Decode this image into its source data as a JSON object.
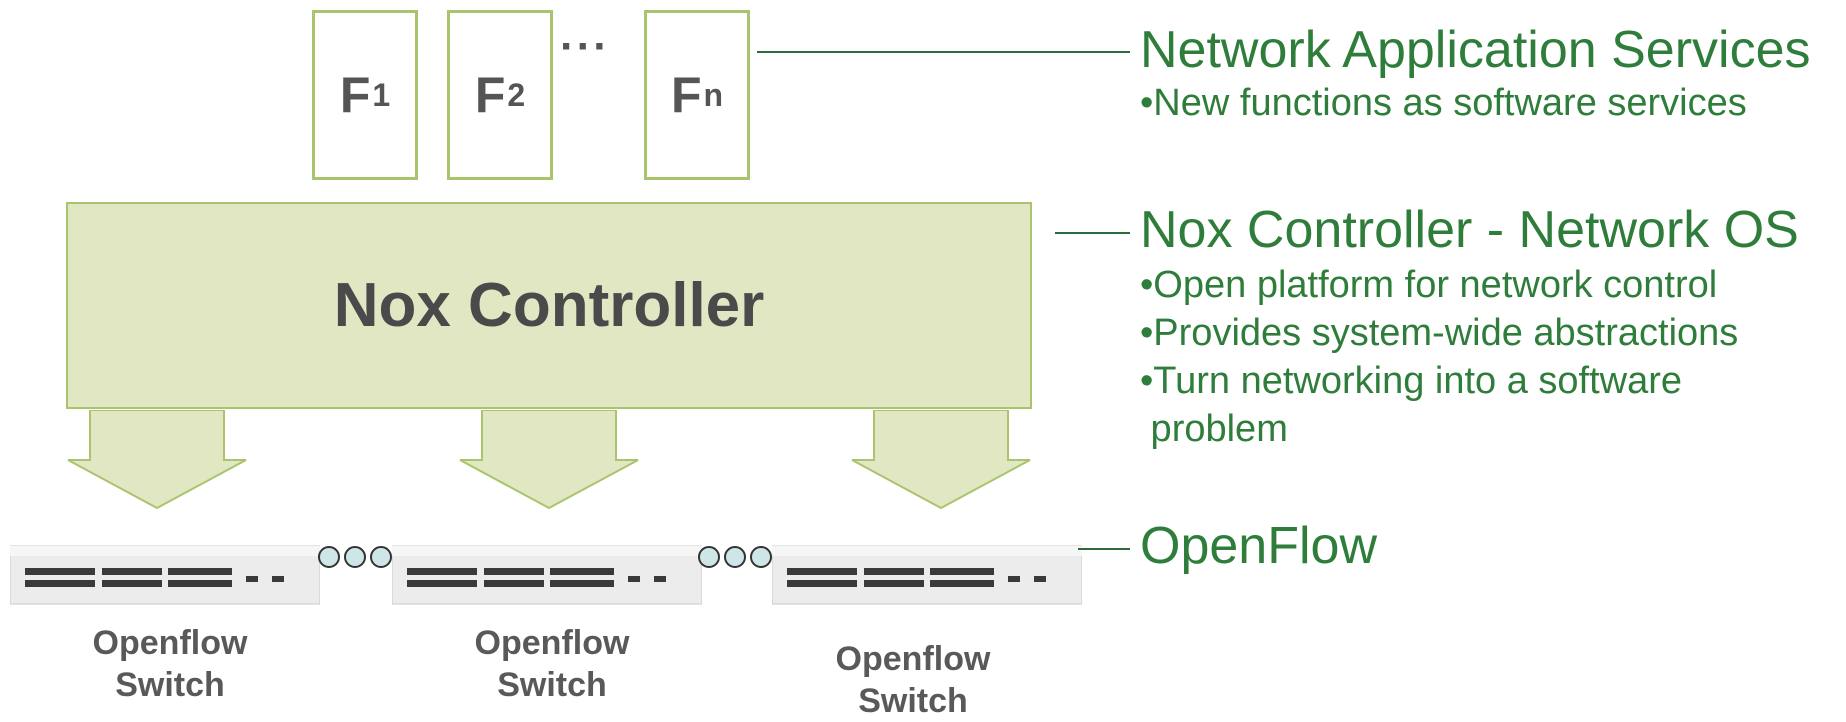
{
  "functions": {
    "f1": {
      "letter": "F",
      "sub": "1"
    },
    "f2": {
      "letter": "F",
      "sub": "2"
    },
    "fn": {
      "letter": "F",
      "sub": "n"
    },
    "ellipsis": "···"
  },
  "controller": {
    "label": "Nox Controller"
  },
  "switches": [
    {
      "line1": "Openflow",
      "line2": "Switch"
    },
    {
      "line1": "Openflow",
      "line2": "Switch"
    },
    {
      "line1": "Openflow",
      "line2": "Switch"
    }
  ],
  "annotations": {
    "services": {
      "title": "Network Application Services",
      "bullets": [
        "•New functions as software services"
      ]
    },
    "controller": {
      "title": "Nox Controller - Network OS",
      "bullets": [
        "•Open platform for network control",
        "•Provides system-wide abstractions",
        "•Turn networking into a software",
        " problem"
      ]
    },
    "openflow": {
      "title": "OpenFlow"
    }
  },
  "colors": {
    "box_border": "#a9c46c",
    "controller_fill": "#e1e7c2",
    "annotation_text": "#2e7d3a",
    "label_gray": "#595959"
  }
}
